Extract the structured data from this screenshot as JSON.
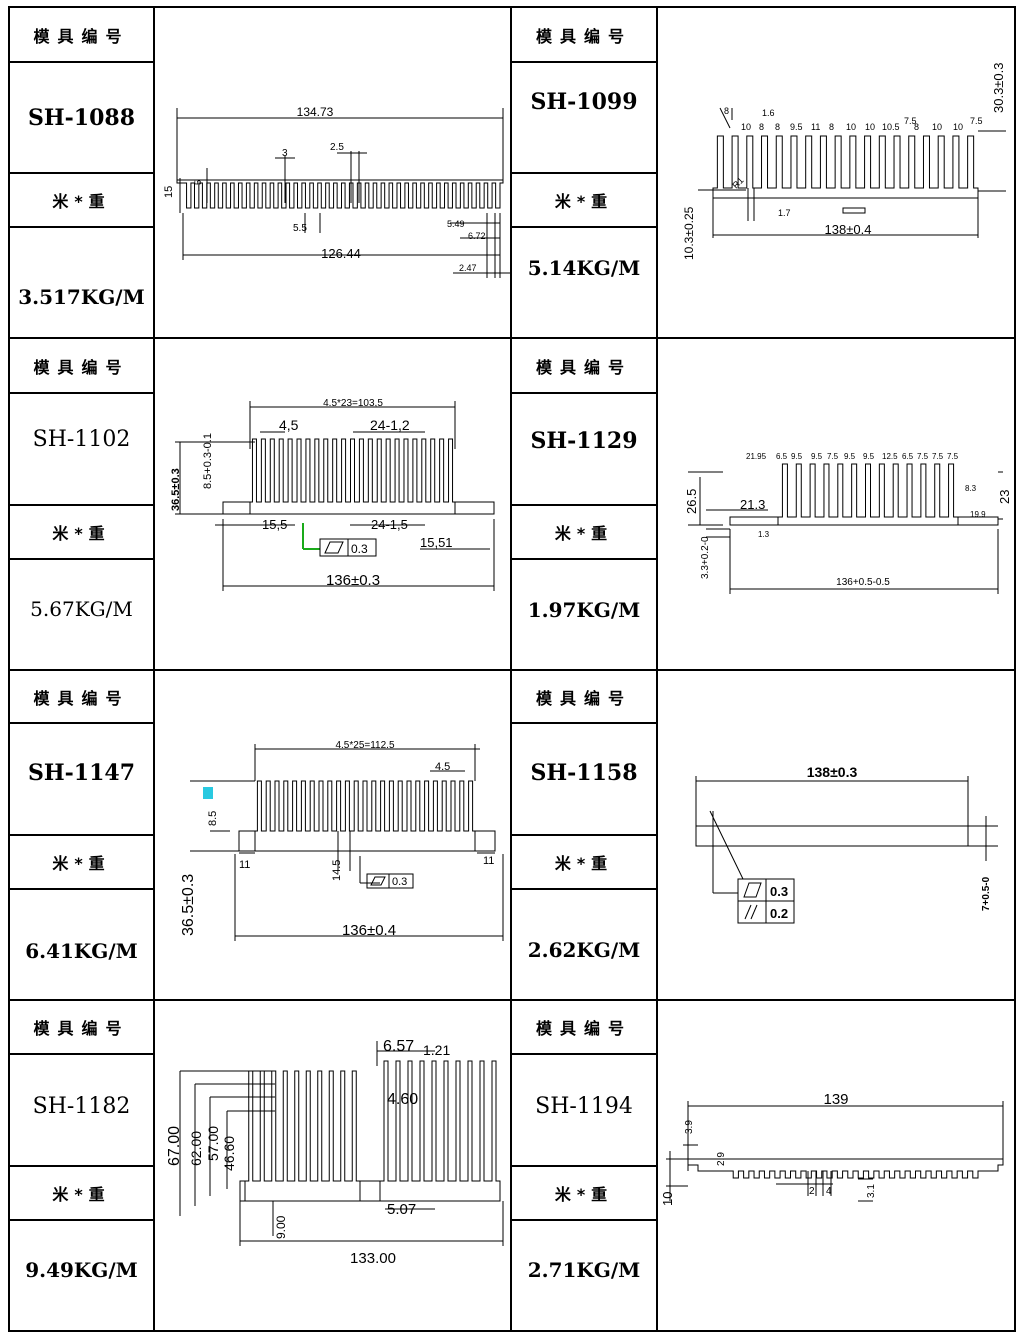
{
  "labels": {
    "mold_no": "模具编号",
    "weight_per_meter": "米*重"
  },
  "products": [
    {
      "code": "SH-1088",
      "weight": "3.517KG/M",
      "dims": [
        "134.73",
        "3",
        "2.5",
        "15",
        "5",
        "5.5",
        "5.49",
        "6.72",
        "126.44",
        "2.47"
      ]
    },
    {
      "code": "SH-1099",
      "weight": "5.14KG/M",
      "dims": [
        "30.3±0.3",
        "8",
        "1.6",
        "10",
        "8",
        "8",
        "9.5",
        "11",
        "8",
        "10",
        "10",
        "10.5",
        "7.5",
        "8",
        "10",
        "10",
        "7.5",
        "R1",
        "1.7",
        "138±0.4",
        "10.3±0.25"
      ]
    },
    {
      "code": "SH-1102",
      "weight": "5.67KG/M",
      "dims": [
        "4.5*23=103,5",
        "4,5",
        "24-1,2",
        "36.5±0.3",
        "8.5+0.3-0.1",
        "15,5",
        "24-1,5",
        "0.3",
        "15,51",
        "136±0.3"
      ]
    },
    {
      "code": "SH-1129",
      "weight": "1.97KG/M",
      "dims": [
        "21.95",
        "6.5",
        "9.5",
        "9.5",
        "7.5",
        "9.5",
        "9.5",
        "12.5",
        "6.5",
        "7.5",
        "7.5",
        "7.5",
        "26.5",
        "21.3",
        "23",
        "8.3",
        "19.9",
        "1.3",
        "3.3+0.2-0",
        "136+0.5-0.5"
      ]
    },
    {
      "code": "SH-1147",
      "weight": "6.41KG/M",
      "dims": [
        "4.5*25=112.5",
        "4.5",
        "8.5",
        "36.5±0.3",
        "11",
        "14.5",
        "0.3",
        "11",
        "136±0.4"
      ]
    },
    {
      "code": "SH-1158",
      "weight": "2.62KG/M",
      "dims": [
        "138±0.3",
        "0.3",
        "0.2",
        "7+0.5-0"
      ]
    },
    {
      "code": "SH-1182",
      "weight": "9.49KG/M",
      "dims": [
        "6.57",
        "1.21",
        "4.60",
        "67.00",
        "62.00",
        "57.00",
        "46.60",
        "9.00",
        "5.07",
        "133.00"
      ]
    },
    {
      "code": "SH-1194",
      "weight": "2.71KG/M",
      "dims": [
        "139",
        "3.9",
        "2.9",
        "10",
        "2",
        "4",
        "3.1"
      ]
    }
  ]
}
